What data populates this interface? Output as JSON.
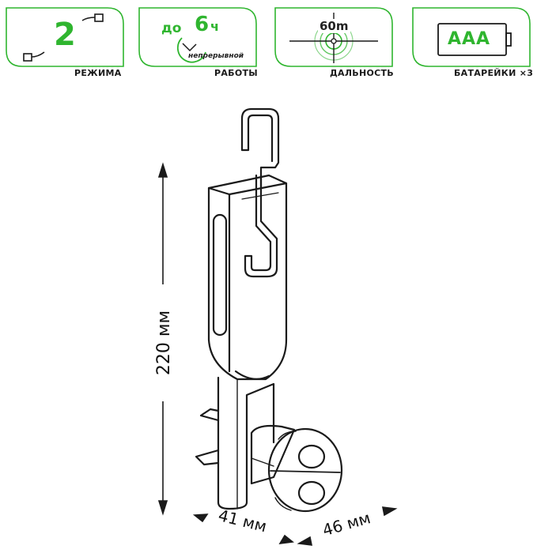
{
  "badges": [
    {
      "name": "modes",
      "value": "2",
      "label": "РЕЖИМА",
      "icon": "modes-switch-icon"
    },
    {
      "name": "runtime",
      "prefix": "до",
      "value": "6",
      "unit": "ч",
      "sub": "непрерывной",
      "label": "РАБОТЫ",
      "icon": "clock-icon"
    },
    {
      "name": "range",
      "value": "60m",
      "label": "ДАЛЬНОСТЬ",
      "icon": "crosshair-icon"
    },
    {
      "name": "batteries",
      "value": "AAA",
      "label": "БАТАРЕЙКИ ×3",
      "icon": "battery-icon"
    }
  ],
  "dimensions": {
    "height": "220 мм",
    "width": "41 мм",
    "depth": "46 мм"
  },
  "colors": {
    "accent": "#2fb52f",
    "ink": "#1a1a1a"
  }
}
